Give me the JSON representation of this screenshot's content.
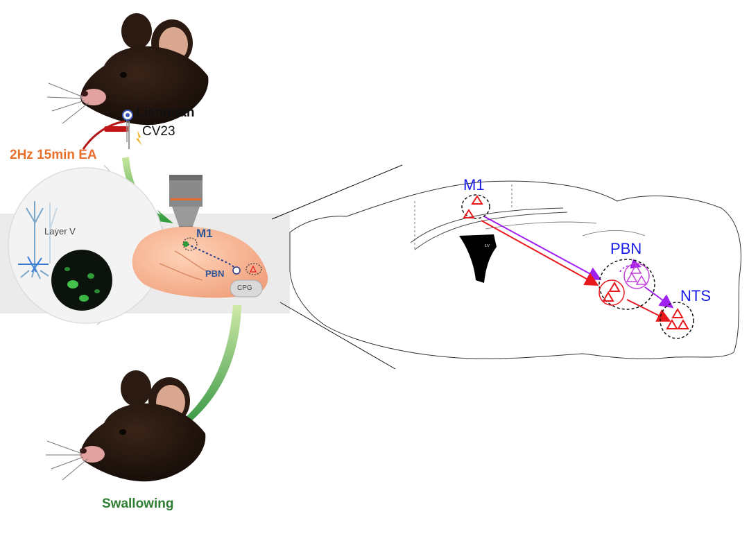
{
  "stimulation": {
    "acupoint_name": "Lianquan",
    "acupoint_code": "CV23",
    "protocol": "2Hz 15min EA"
  },
  "inset_label": "Layer V",
  "left_brain_labels": {
    "m1": "M1",
    "pbn": "PBN",
    "cpg": "CPG"
  },
  "outcome_label": "Swallowing",
  "sagittal_section": {
    "regions": [
      "M1",
      "PBN",
      "NTS"
    ],
    "ventricle_label": "LV"
  },
  "colors": {
    "region_label": "#1a1ae6",
    "ea_text": "#e8702a",
    "outcome_text": "#2e7d32",
    "neuron_red": "#e8181e",
    "neuron_purple": "#c040d8",
    "arrow_red": "#e8181e",
    "arrow_purple": "#a020f0"
  }
}
